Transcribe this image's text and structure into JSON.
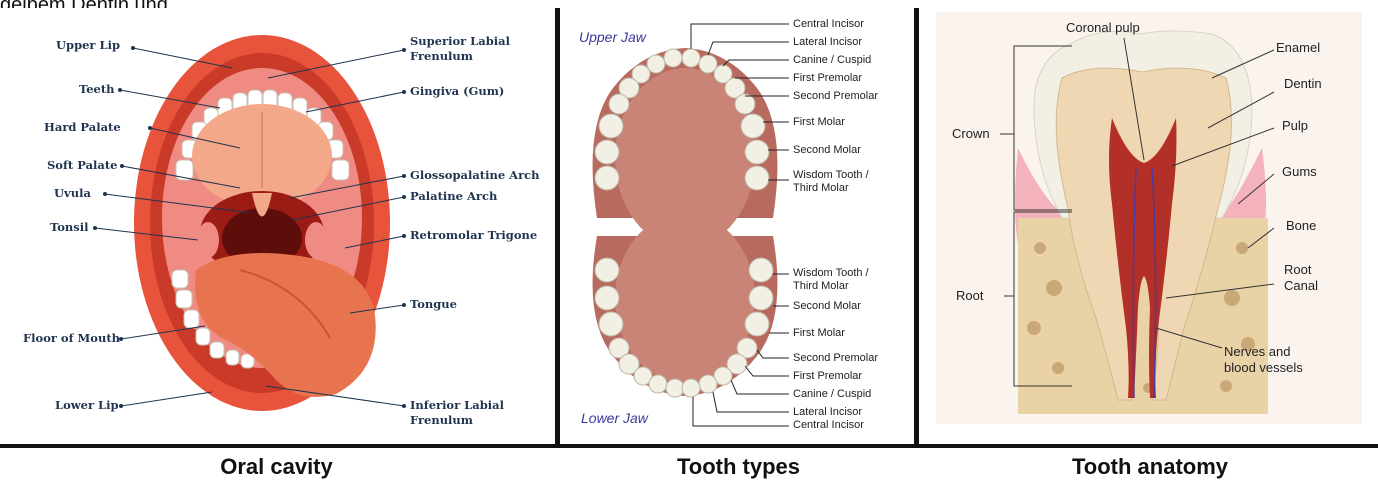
{
  "top_fragment": "gelbem Dentin und",
  "panels": {
    "oral_cavity": {
      "caption": "Oral cavity",
      "left_labels": [
        "Upper Lip",
        "Teeth",
        "Hard Palate",
        "Soft Palate",
        "Uvula",
        "Tonsil",
        "Floor of Mouth",
        "Lower Lip"
      ],
      "right_labels": [
        "Superior Labial",
        "Frenulum",
        "Gingiva (Gum)",
        "Glossopalatine Arch",
        "Palatine Arch",
        "Retromolar Trigone",
        "Tongue",
        "Inferior Labial",
        "Frenulum"
      ]
    },
    "tooth_types": {
      "caption": "Tooth types",
      "upper_jaw": "Upper Jaw",
      "lower_jaw": "Lower Jaw",
      "upper_labels": [
        "Central Incisor",
        "Lateral Incisor",
        "Canine / Cuspid",
        "First Premolar",
        "Second Premolar",
        "First Molar",
        "Second Molar",
        "Wisdom Tooth /",
        "Third Molar"
      ],
      "lower_labels": [
        "Wisdom Tooth /",
        "Third Molar",
        "Second Molar",
        "First Molar",
        "Second Premolar",
        "First Premolar",
        "Canine / Cuspid",
        "Lateral Incisor",
        "Central Incisor"
      ]
    },
    "tooth_anatomy": {
      "caption": "Tooth anatomy",
      "labels": {
        "coronal_pulp": "Coronal pulp",
        "enamel": "Enamel",
        "dentin": "Dentin",
        "pulp": "Pulp",
        "gums": "Gums",
        "bone": "Bone",
        "root_canal_1": "Root",
        "root_canal_2": "Canal",
        "nerves_1": "Nerves and",
        "nerves_2": "blood vessels",
        "crown": "Crown",
        "root": "Root"
      }
    }
  },
  "colors": {
    "lip": "#e8533c",
    "mouth_inner": "#9c1b14",
    "tongue": "#e8734f",
    "palate": "#f4a88a",
    "jaw_gum": "#b86a5e",
    "tooth": "#f2efe4",
    "dentin": "#f0d7b4",
    "pulp": "#b23028",
    "bone": "#e8d2a6",
    "gum_pink": "#f4b2bd",
    "label_blue": "#1f3450"
  }
}
